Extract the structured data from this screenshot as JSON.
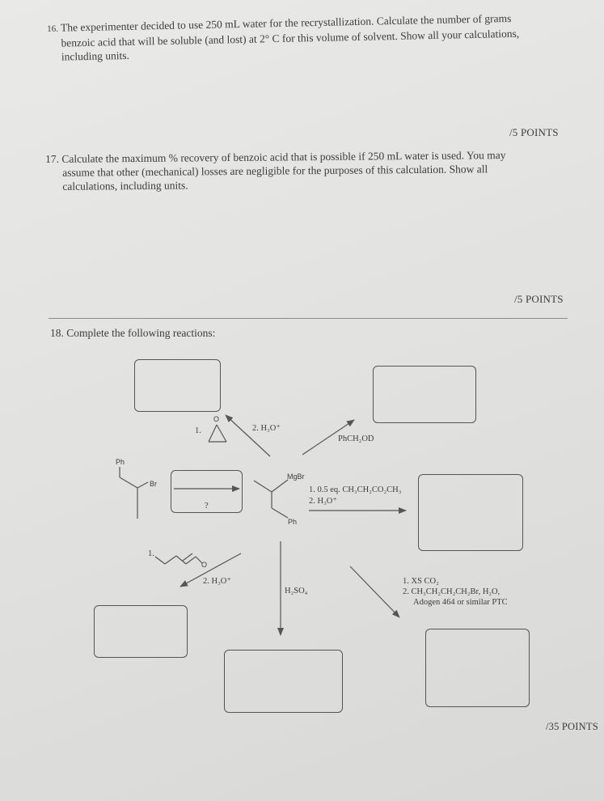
{
  "q16": {
    "number": "16.",
    "line1": "The experimenter decided to use 250 mL water for the recrystallization. Calculate the number of grams",
    "line2": "benzoic acid that will be soluble (and lost) at 2° C for this volume of solvent. Show all your calculations,",
    "line3": "including units.",
    "points": "/5 POINTS"
  },
  "q17": {
    "line1": "17. Calculate the maximum % recovery of benzoic acid that is possible if 250 mL water is used. You may",
    "line2": "assume that other (mechanical) losses are negligible for the purposes of this calculation. Show all",
    "line3": "calculations, including units.",
    "points": "/5 POINTS"
  },
  "q18": {
    "title": "18. Complete the following reactions:",
    "epoxide_step1": "1.",
    "epoxide_atom": "O",
    "epoxide_step2": "2. H₃O⁺",
    "deuterium_reagent": "PhCH₂OD",
    "ph_top": "Ph",
    "br_label": "Br",
    "unknown_reagent": "?",
    "grignard_label": "MgBr",
    "ph_bottom": "Ph",
    "ester_step1": "1. 0.5 eq. CH₃CH₂CO₂CH₃",
    "ester_step2": "2. H₃O⁺",
    "enone_step1": "1.",
    "enone_atom": "O",
    "enone_step2": "2. H₃O⁺",
    "acid_reagent": "H₂SO₄",
    "co2_step1": "1. XS CO₂",
    "co2_step2": "2. CH₃CH₂CH₂CH₂Br, H₂O,",
    "co2_step3": "Adogen 464 or similar PTC",
    "total_points": "/35 POINTS"
  }
}
